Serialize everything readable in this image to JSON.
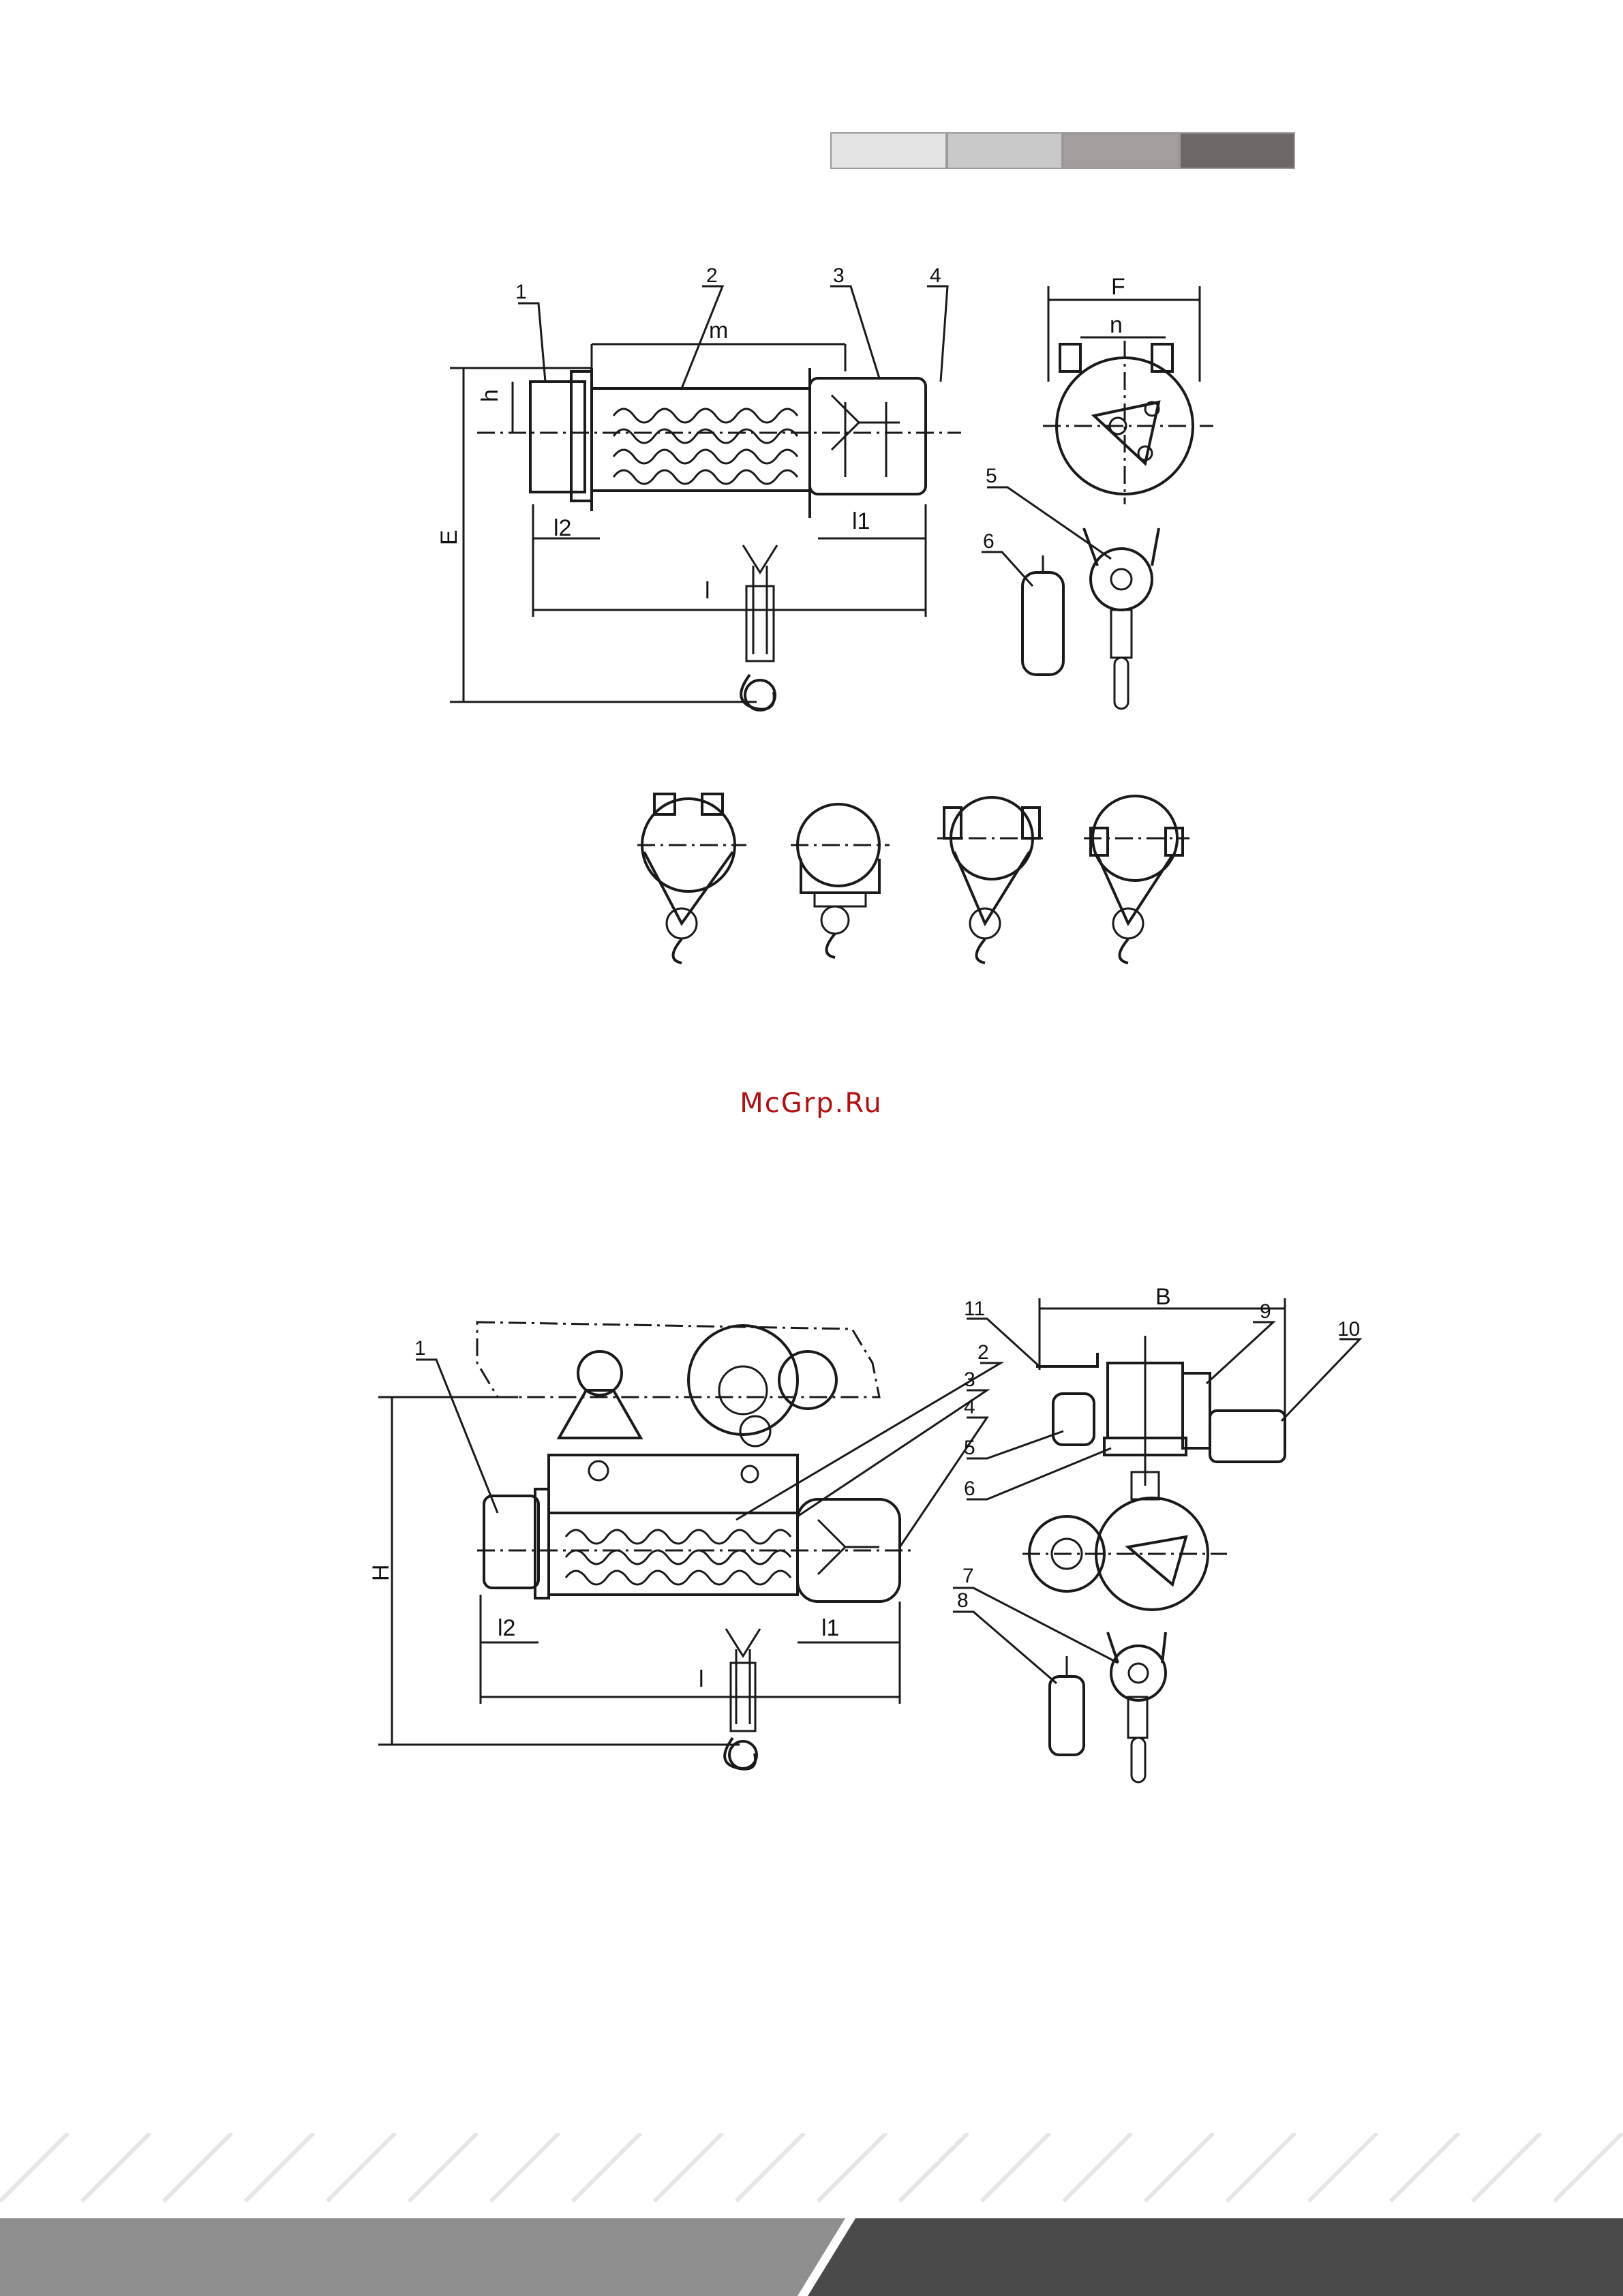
{
  "header": {
    "swatch_colors": [
      "#e4e4e4",
      "#c9c9c9",
      "#a39d9d",
      "#6e6767"
    ]
  },
  "figure1": {
    "part_labels": [
      "1",
      "2",
      "3",
      "4",
      "5",
      "6"
    ],
    "dim_labels": {
      "m": "m",
      "h": "h",
      "E": "E",
      "l2": "l2",
      "l1": "l1",
      "l": "l",
      "F": "F",
      "n": "n"
    }
  },
  "watermark": "McGrp.Ru",
  "figure2": {
    "part_labels": [
      "1",
      "2",
      "3",
      "4",
      "5",
      "6",
      "7",
      "8",
      "9",
      "10",
      "11"
    ],
    "dim_labels": {
      "H": "H",
      "l2": "l2",
      "l1": "l1",
      "l": "l",
      "B": "B"
    }
  },
  "footer": {
    "colors": {
      "light": "#8f8f8f",
      "dark": "#4a4a4a",
      "stripes": "#e6e6e6"
    }
  }
}
